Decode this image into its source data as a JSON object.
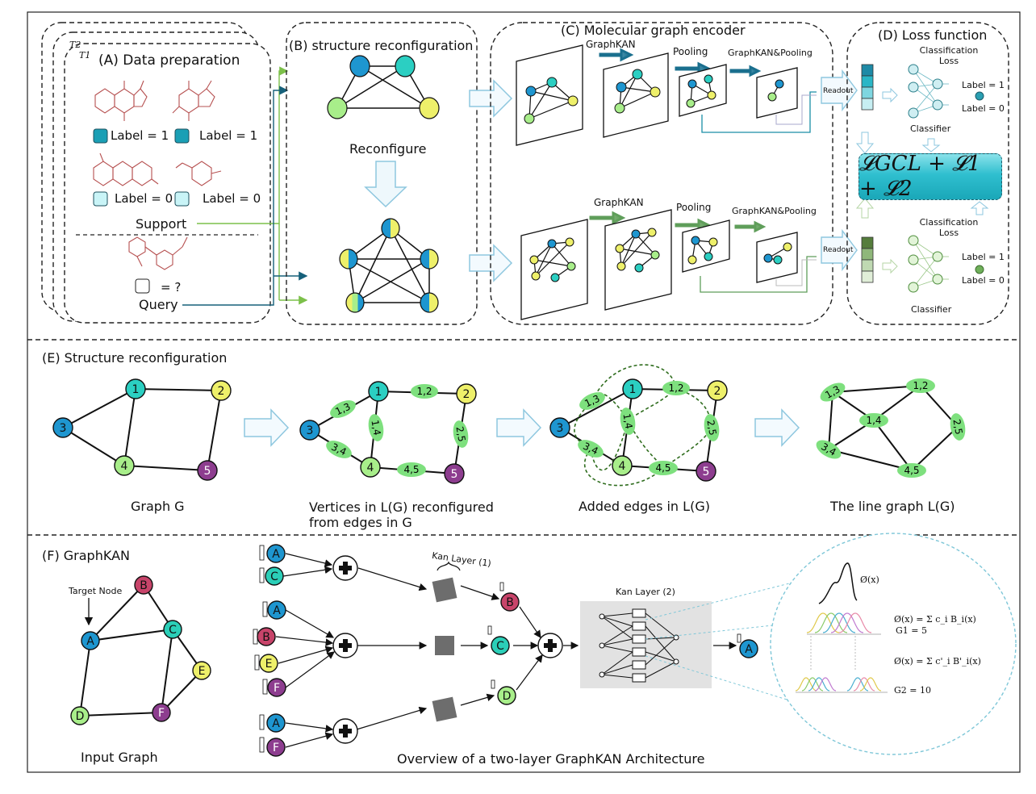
{
  "panels": {
    "a_title": "(A) Data preparation",
    "b_title": "(B) structure reconfiguration",
    "c_title": "(C) Molecular graph encoder",
    "d_title": "(D) Loss function",
    "e_title": "(E) Structure reconfiguration",
    "f_title": "(F) GraphKAN"
  },
  "data_prep": {
    "task_labels": [
      "T2",
      "T1"
    ],
    "labels": [
      "Label = 1",
      "Label = 1",
      "Label = 0",
      "Label = 0"
    ],
    "support": "Support",
    "query_mark": "= ?",
    "query": "Query",
    "colors": {
      "label1": "#1a9fb5",
      "label0": "#c9f4f7"
    }
  },
  "reconfig": {
    "reconfigure": "Reconfigure"
  },
  "encoder": {
    "graphkan": "GraphKAN",
    "pooling": "Pooling",
    "graphkan_pooling": "GraphKAN&Pooling",
    "readout": "Readout"
  },
  "loss": {
    "classification_loss": "Classification Loss",
    "classifier": "Classifier",
    "label1": "Label = 1",
    "label0": "Label = 0",
    "formula": "𝓛GCL + 𝓛1 + 𝓛2"
  },
  "line_graph": {
    "caption_g": "Graph G",
    "caption_vertices": "Vertices in L(G) reconfigured from edges in G",
    "caption_added": "Added edges in L(G)",
    "caption_line": "The line graph L(G)",
    "nodes": [
      "1",
      "2",
      "3",
      "4",
      "5"
    ],
    "edge_nodes": [
      "1,2",
      "1,3",
      "1,4",
      "2,5",
      "3,4",
      "4,5"
    ],
    "colors": {
      "n1": "#2bcfc2",
      "n2": "#eef06a",
      "n3": "#1e96d0",
      "n4": "#a8ee8a",
      "n5": "#8d3d8f",
      "edge": "#7ee07e"
    }
  },
  "graphkan": {
    "target_node": "Target Node",
    "input_graph": "Input Graph",
    "overview": "Overview of a two-layer GraphKAN Architecture",
    "kan_layer_1": "Kan Layer (1)",
    "kan_layer_2": "Kan Layer (2)",
    "nodes": [
      "A",
      "B",
      "C",
      "D",
      "E",
      "F"
    ],
    "phi": "Ø(x)",
    "phi_sum1": "Ø(x) = Σ c_i B_i(x)",
    "phi_sum2": "Ø(x) = Σ c'_i B'_i(x)",
    "g1": "G1 = 5",
    "g2": "G2 = 10",
    "colors": {
      "A": "#1e96d0",
      "B": "#c8446a",
      "C": "#2bcfb8",
      "D": "#a8ee8a",
      "E": "#eef06a",
      "F": "#8d3d8f"
    }
  }
}
